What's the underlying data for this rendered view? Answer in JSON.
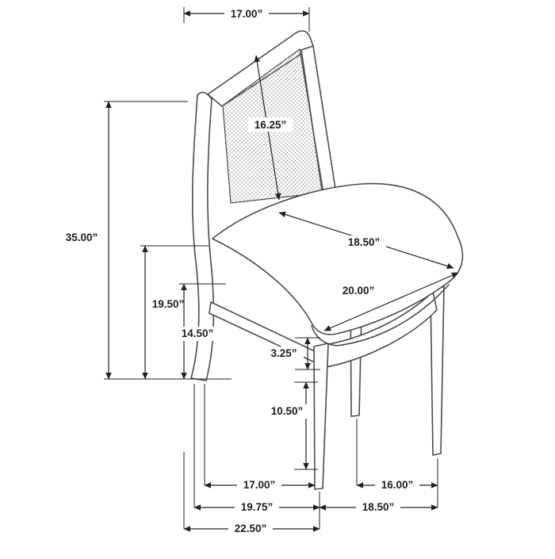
{
  "diagram": {
    "name": "chair-dimension-diagram",
    "colors": {
      "line": "#4a4a4a",
      "dimension": "#222222",
      "mesh": "#9a9a9a"
    },
    "dimensions": {
      "back_width": "17.00”",
      "back_panel_height": "16.25”",
      "overall_height": "35.00”",
      "seat_height": "19.50”",
      "stretcher_height": "14.50”",
      "seat_depth": "18.50”",
      "seat_width": "20.00”",
      "seat_thickness": "3.25”",
      "leg_lower_height": "10.50”",
      "footprint_left_inner": "17.00”",
      "footprint_right_inner": "16.00”",
      "footprint_left_mid": "19.75”",
      "footprint_right_outer": "18.50”",
      "footprint_overall": "22.50”"
    }
  }
}
